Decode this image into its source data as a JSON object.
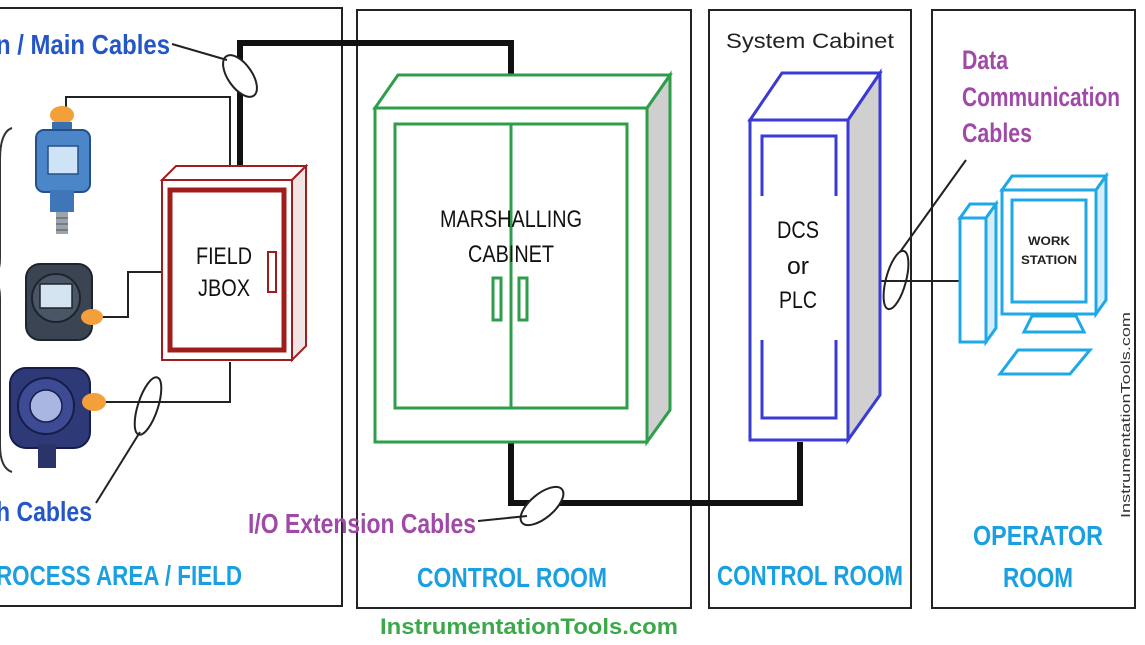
{
  "colors": {
    "panel_border": "#222222",
    "cable": "#111111",
    "jbox": "#a01d1d",
    "marshalling": "#2e9e4a",
    "system": "#3a3ad4",
    "workstation": "#1fa8e6",
    "blue_label": "#2456c8",
    "area_label": "#1aa0e0",
    "purple_label": "#a04aa8",
    "watermark_green": "#3ba84a"
  },
  "labels": {
    "main_cables": "n / Main Cables",
    "branch_cables": "h Cables",
    "io_extension_cables": "I/O Extension Cables",
    "data_comm_line1": "Data",
    "data_comm_line2": "Communication",
    "data_comm_line3": "Cables",
    "system_cabinet_title": "System Cabinet"
  },
  "areas": {
    "process_field": "ROCESS AREA / FIELD",
    "control_room_1": "CONTROL ROOM",
    "control_room_2": "CONTROL ROOM",
    "operator_room_line1": "OPERATOR",
    "operator_room_line2": "ROOM"
  },
  "boxes": {
    "jbox_line1": "FIELD",
    "jbox_line2": "JBOX",
    "marshalling_line1": "MARSHALLING",
    "marshalling_line2": "CABINET",
    "dcs_line1": "DCS",
    "dcs_line2": "or",
    "dcs_line3": "PLC",
    "workstation_line1": "WORK",
    "workstation_line2": "STATION"
  },
  "watermarks": {
    "bottom": "InstrumentationTools.com",
    "side": "InstrumentationTools.com"
  },
  "icons": [
    "pressure-transmitter-icon",
    "temperature-transmitter-icon",
    "level-transmitter-icon",
    "workstation-icon"
  ]
}
